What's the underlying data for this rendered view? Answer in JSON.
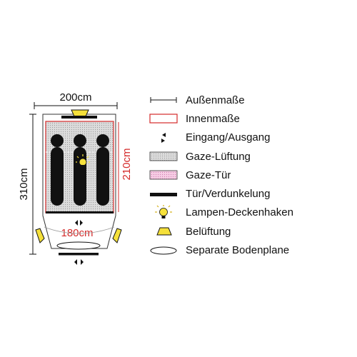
{
  "dimensions": {
    "outer_width": "200cm",
    "outer_length": "310cm",
    "inner_length": "210cm",
    "inner_width": "180cm"
  },
  "legend": [
    {
      "icon": "outer-dimension-line-icon",
      "label": "Außenmaße"
    },
    {
      "icon": "inner-dimension-box-icon",
      "label": "Innenmaße"
    },
    {
      "icon": "entrance-exit-arrows-icon",
      "label": "Eingang/Ausgang"
    },
    {
      "icon": "mesh-vent-icon",
      "label": "Gaze-Lüftung"
    },
    {
      "icon": "mesh-door-icon",
      "label": "Gaze-Tür"
    },
    {
      "icon": "door-blackout-icon",
      "label": "Tür/Verdunkelung"
    },
    {
      "icon": "lamp-hook-icon",
      "label": "Lampen-Deckenhaken"
    },
    {
      "icon": "ventilation-icon",
      "label": "Belüftung"
    },
    {
      "icon": "groundsheet-icon",
      "label": "Separate Bodenplane"
    }
  ],
  "colors": {
    "inner_outline": "#d42a2a",
    "mesh_fill": "#d6d6d6",
    "mesh_door_fill": "#f3c6e0",
    "vent_fill": "#f5e03a",
    "lamp_fill": "#f7e23c",
    "dark": "#111111"
  },
  "people_count": 3
}
